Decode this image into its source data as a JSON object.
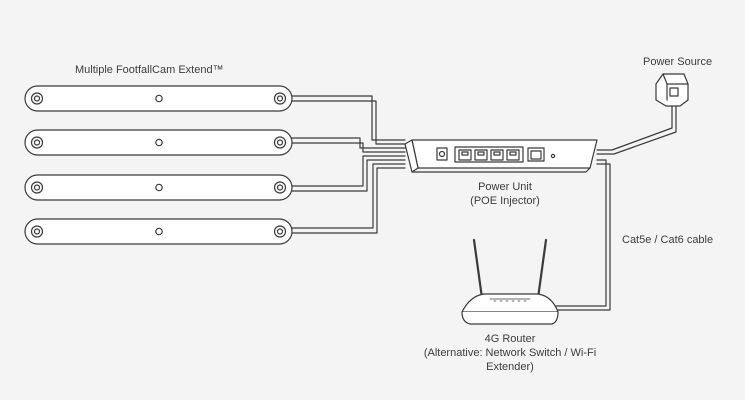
{
  "labels": {
    "cameras": "Multiple FootfallCam Extend™",
    "power_source": "Power Source",
    "power_unit_line1": "Power Unit",
    "power_unit_line2": "(POE Injector)",
    "cable": "Cat5e / Cat6 cable",
    "router_line1": "4G Router",
    "router_line2": "(Alternative: Network Switch / Wi-Fi",
    "router_line3": "Extender)"
  },
  "colors": {
    "background": "#f4f4f4",
    "stroke": "#3a3a3a",
    "device_fill": "#ffffff",
    "text": "#3c3c3c"
  }
}
